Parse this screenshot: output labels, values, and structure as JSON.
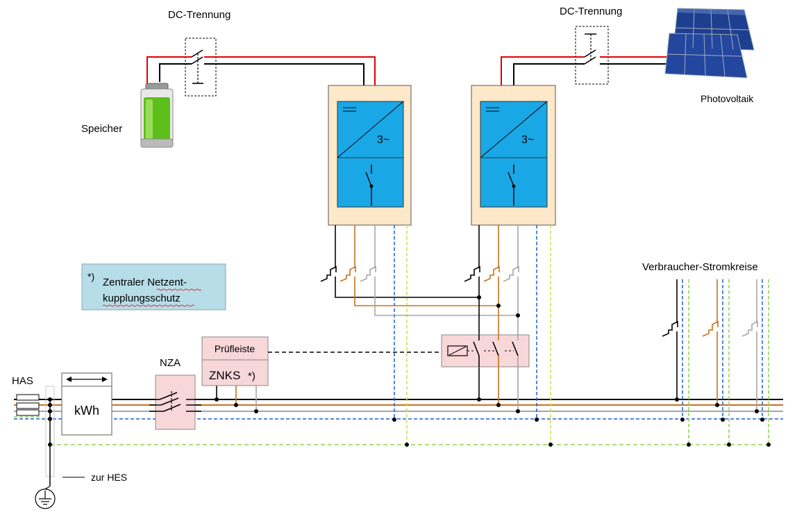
{
  "labels": {
    "dc_trennung_left": "DC-Trennung",
    "dc_trennung_right": "DC-Trennung",
    "speicher": "Speicher",
    "photovoltaik": "Photovoltaik",
    "inverter_left_phase": "3~",
    "inverter_right_phase": "3~",
    "verbraucher": "Verbraucher-Stromkreise",
    "note_mark": "*)",
    "note_line1": "Zentraler Netzent-",
    "note_line2": "kupplungsschutz",
    "nza": "NZA",
    "pruefleiste": "Prüfleiste",
    "znks": "ZNKS",
    "znks_mark": "*)",
    "has": "HAS",
    "kwh": "kWh",
    "zur_hes": "zur HES"
  },
  "colors": {
    "l_black": "#000000",
    "l_brown": "#c8721e",
    "l_grey": "#a6a6a6",
    "neutral_blue": "#1f5fd0",
    "pe_green": "#92d050",
    "dc_red": "#e00000",
    "inverter_fill": "#fde9c9",
    "inverter_screen": "#1aa7e6",
    "pink_box": "#f8d7d8",
    "note_fill": "#b7dde8"
  }
}
